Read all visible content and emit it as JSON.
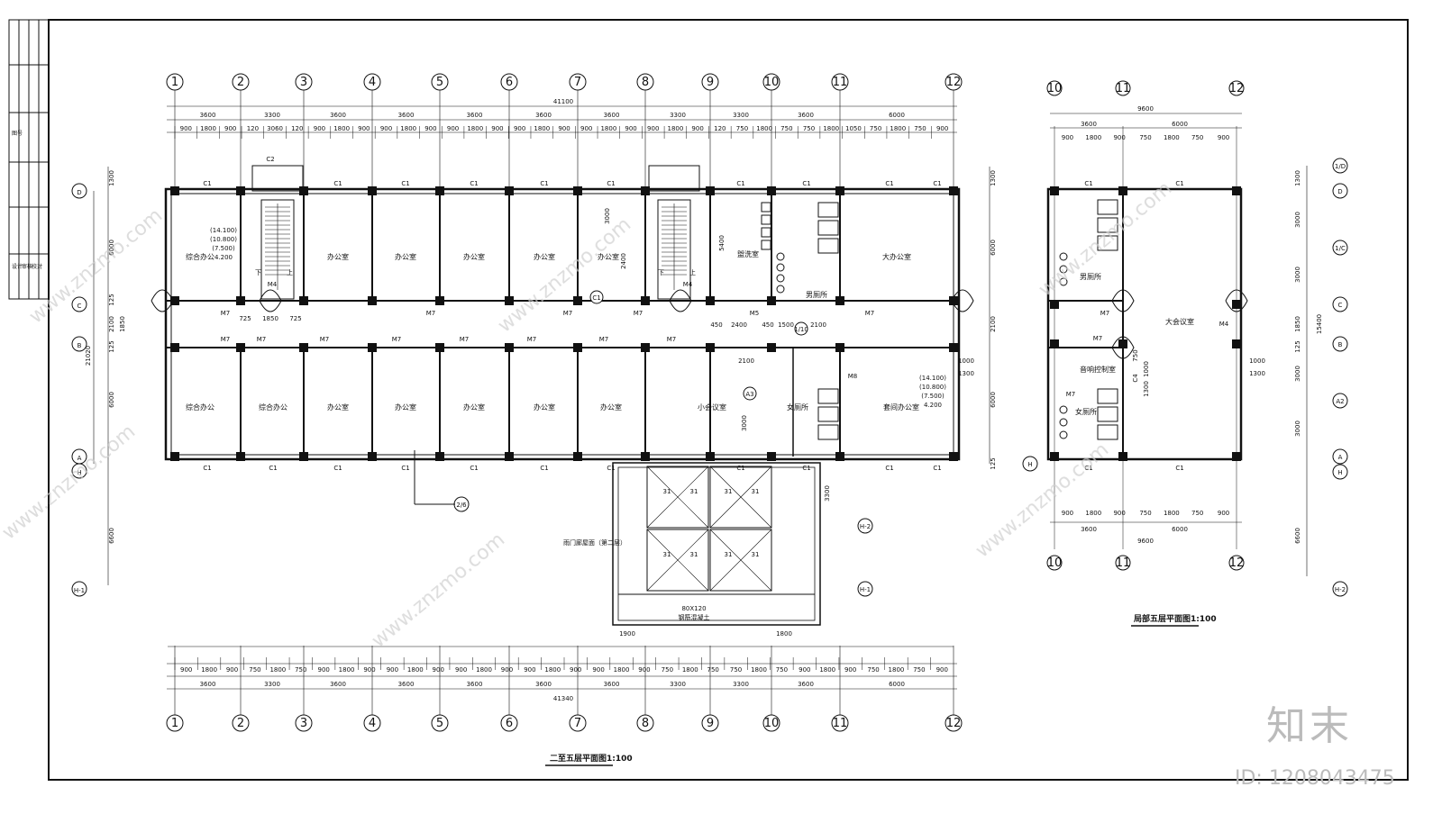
{
  "main_plan": {
    "title": "二至五层平面图1:100",
    "cols": [
      "1",
      "2",
      "3",
      "4",
      "5",
      "6",
      "7",
      "8",
      "9",
      "10",
      "11",
      "12"
    ],
    "rows": [
      "D",
      "C",
      "B",
      "A",
      "H",
      "H-2",
      "H-1"
    ],
    "total_top": "41100",
    "total_bottom": "41340",
    "bays": [
      "3600",
      "3300",
      "3600",
      "3600",
      "3600",
      "3600",
      "3600",
      "3300",
      "3300",
      "3600",
      "6000"
    ],
    "sub_top": [
      "900",
      "1800",
      "900",
      "120",
      "3060",
      "120",
      "900",
      "1800",
      "900",
      "900",
      "1800",
      "900",
      "900",
      "1800",
      "900",
      "900",
      "1800",
      "900",
      "900",
      "1800",
      "900",
      "900",
      "1800",
      "900",
      "120",
      "750",
      "1800",
      "750",
      "750",
      "1800",
      "1050",
      "750",
      "1800",
      "750",
      "900"
    ],
    "sub_bottom": [
      "900",
      "1800",
      "900",
      "750",
      "1800",
      "750",
      "900",
      "1800",
      "900",
      "900",
      "1800",
      "900",
      "900",
      "1800",
      "900",
      "900",
      "1800",
      "900",
      "900",
      "1800",
      "900",
      "750",
      "1800",
      "750",
      "750",
      "1800",
      "750",
      "900",
      "1800",
      "900",
      "750",
      "1800",
      "750",
      "900"
    ],
    "left_dims": [
      "1300",
      "6000",
      "125",
      "2100",
      "1850",
      "125",
      "6000",
      "21020",
      "6600"
    ],
    "right_dims": [
      "1300",
      "6000",
      "2100",
      "1000",
      "1300",
      "6000",
      "125",
      "3300",
      "3300",
      "1900"
    ],
    "interior_dims": [
      "725",
      "1850",
      "725",
      "450",
      "2400",
      "450",
      "1500",
      "2100",
      "3000",
      "2400",
      "5400",
      "1800",
      "1900",
      "2100",
      "3000",
      "3300"
    ],
    "elev_labels": [
      "(14.100)",
      "(10.800)",
      "(7.500)",
      "4.200"
    ],
    "windows": [
      "C1",
      "C2"
    ],
    "doors": [
      "M4",
      "M5",
      "M7",
      "M8"
    ],
    "stair_marks": [
      "下",
      "上"
    ],
    "detail_tags": [
      "1/10",
      "2/6",
      "C1",
      "A3"
    ],
    "beam": [
      "80X120",
      "钢筋混凝土"
    ],
    "canopy": "雨门廊屋面（第二层）",
    "rooms_top": [
      "综合办公",
      "办公室",
      "办公室",
      "办公室",
      "办公室",
      "办公室",
      "盥洗室",
      "男厕所",
      "大办公室"
    ],
    "rooms_bottom": [
      "综合办公",
      "综合办公",
      "办公室",
      "办公室",
      "办公室",
      "办公室",
      "办公室",
      "小会议室",
      "女厕所",
      "套间办公室"
    ],
    "grid_marks": [
      "31",
      "31",
      "31",
      "31",
      "31",
      "31",
      "31",
      "31"
    ]
  },
  "partial_plan": {
    "title": "局部五层平面图1:100",
    "cols": [
      "10",
      "11",
      "12"
    ],
    "rows": [
      "1/D",
      "D",
      "1/C",
      "C",
      "B",
      "A2",
      "A",
      "H",
      "H-2"
    ],
    "total": "9600",
    "bays": [
      "3600",
      "6000"
    ],
    "sub": [
      "900",
      "1800",
      "900",
      "750",
      "1800",
      "750",
      "900"
    ],
    "right_dims": [
      "1300",
      "3000",
      "3000",
      "1850",
      "15400",
      "125",
      "3000",
      "3000",
      "6600",
      "1000",
      "1300"
    ],
    "rooms": [
      "男厕所",
      "大会议室",
      "音响控制室",
      "女厕所"
    ],
    "labels": [
      "C1",
      "M7",
      "M4",
      "C4",
      "750",
      "1000",
      "1300"
    ]
  },
  "title_block": {
    "fields": [
      "图号",
      "设计",
      "审核",
      "校对"
    ]
  },
  "watermark": {
    "text": "www.znzmo.com",
    "brand": "知末",
    "id": "ID: 1208043475"
  },
  "colors": {
    "ink": "#111111",
    "watermark": "#bbbbbb"
  }
}
